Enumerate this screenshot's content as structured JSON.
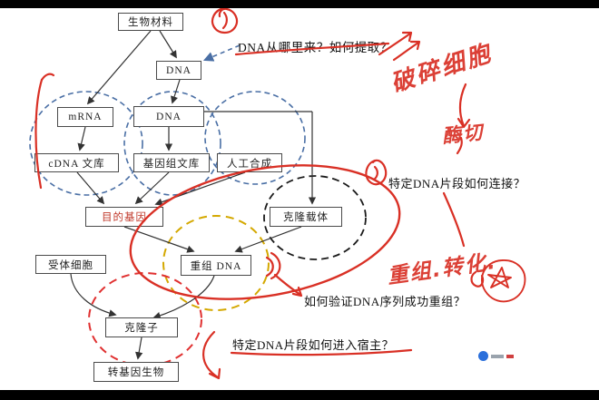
{
  "slide": {
    "background": "#ffffff",
    "frame_background": "#000000"
  },
  "boxes": {
    "biomaterial": {
      "label": "生物材料"
    },
    "dna_top": {
      "label": "DNA"
    },
    "mrna": {
      "label": "mRNA"
    },
    "dna_mid": {
      "label": "DNA"
    },
    "cdna_library": {
      "label": "cDNA 文库"
    },
    "genome_library": {
      "label": "基因组文库"
    },
    "artificial_synthesis": {
      "label": "人工合成"
    },
    "target_gene": {
      "label": "目的基因"
    },
    "clone_vector": {
      "label": "克隆载体"
    },
    "host_cell": {
      "label": "受体细胞"
    },
    "recombinant_dna": {
      "label": "重组 DNA"
    },
    "clone": {
      "label": "克隆子"
    },
    "transgenic_organism": {
      "label": "转基因生物"
    }
  },
  "questions": {
    "q1": {
      "text": "DNA从哪里来？如何提取？"
    },
    "q2": {
      "text": "特定DNA片段如何连接？"
    },
    "q3": {
      "text": "如何验证DNA序列成功重组？"
    },
    "q4": {
      "text": "特定DNA片段如何进入宿主？"
    }
  },
  "handwriting": {
    "note1": {
      "text": "破碎细胞"
    },
    "note2": {
      "text": "酶切"
    },
    "note3": {
      "text": "重组.转化."
    }
  },
  "colors": {
    "red_ink": "#d93025",
    "blue_dashed": "#4a6fa5",
    "yellow_dashed": "#d4a800",
    "black_dashed": "#1a1a1a",
    "target_gene_text": "#c0392b",
    "connector": "#333333"
  }
}
